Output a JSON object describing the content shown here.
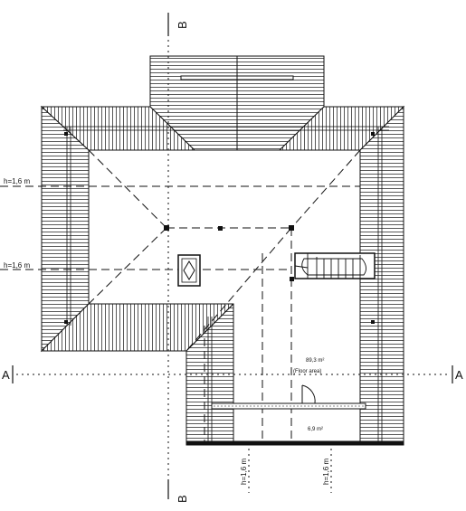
{
  "drawing": {
    "section_mark_a_left": "A",
    "section_mark_a_right": "A",
    "section_mark_b_top": "B",
    "section_mark_b_bottom": "B",
    "height_label": "h=1,6 m",
    "floor_area_value": "89,3 m²",
    "floor_area_caption": "(Floor area)",
    "small_area_value": "6,9 m²"
  }
}
